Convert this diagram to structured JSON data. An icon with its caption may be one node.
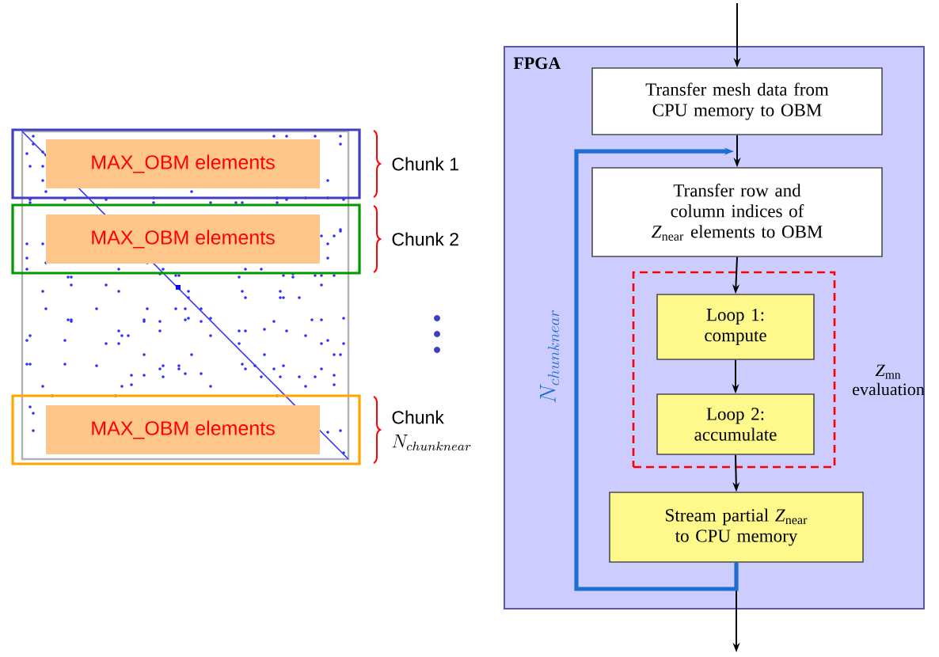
{
  "diagram": {
    "nodes": [
      {
        "text": [
          "FPGA"
        ]
      },
      {
        "text": [
          "Transfer mesh data from CPU memory to OBM"
        ],
        "in": 0
      },
      {
        "text": [
          "Transfer row and column indices of *Z*$_{near}$ elements to OBM"
        ],
        "in": 0
      },
      {
        "text": [
          "*Z*$_{mn}$ evaluation"
        ],
        "in": 0
      },
      {
        "text": [
          "Loop 1: compute"
        ],
        "in": 3
      },
      {
        "text": [
          "Loop 2: accumulate"
        ],
        "in": 3
      },
      {
        "text": [
          "Stream partial *Z*$_{near}$ to CPU memory"
        ],
        "in": 0
      },
      {
        "text": [
          "MAX_OBM elements"
        ],
        "beside": [
          "Chunk 1"
        ]
      },
      {
        "text": [
          "MAX_OBM elements"
        ],
        "beside": [
          "Chunk 2"
        ]
      },
      {
        "text": [
          "MAX_OBM elements"
        ],
        "beside": [
          "Chunk",
          "N_{chunknear}"
        ]
      }
    ],
    "edges": [
      {
        "from": null,
        "to": 1,
        "arrow": "to"
      },
      {
        "from": 1,
        "to": 2,
        "arrow": "to"
      },
      {
        "from": 2,
        "to": 4,
        "arrow": "to"
      },
      {
        "from": 4,
        "to": 5,
        "arrow": "to"
      },
      {
        "from": 5,
        "to": 6,
        "arrow": "to"
      },
      {
        "from": 6,
        "to": null,
        "arrow": "to"
      },
      {
        "from": 6,
        "to": 2,
        "arrow": "to",
        "label": "N_{chunknear}",
        "style": "thick",
        "color": "#1f6fd0"
      }
    ]
  }
}
